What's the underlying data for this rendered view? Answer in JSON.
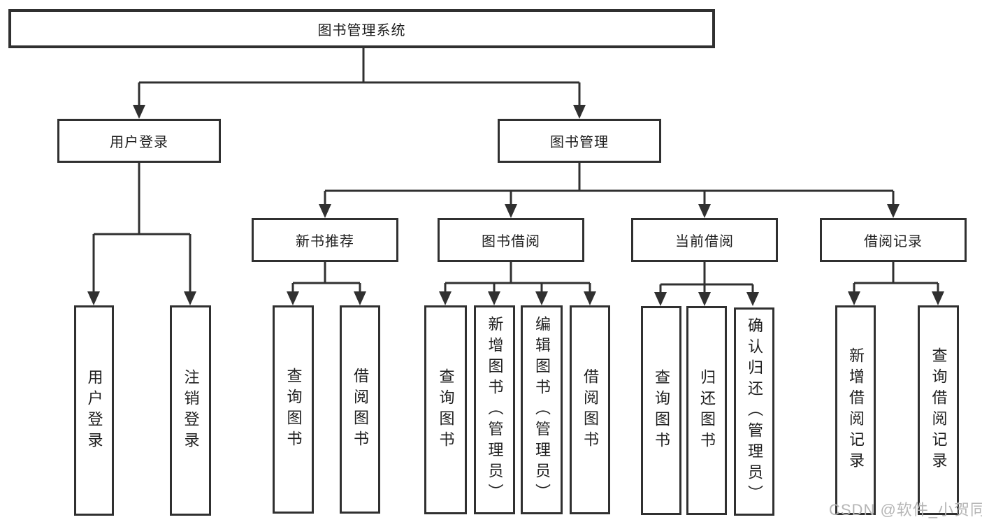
{
  "diagram_title": "图书管理系统",
  "tree": {
    "root": "图书管理系统",
    "level2": {
      "user_login": "用户登录",
      "book_management": "图书管理"
    },
    "level3": {
      "new_book_recommend": "新书推荐",
      "book_borrowing": "图书借阅",
      "current_borrowing": "当前借阅",
      "borrowing_records": "借阅记录"
    },
    "leaves": {
      "user_login": "用户登录",
      "logout": "注销登录",
      "nb_query_books": "查询图书",
      "nb_borrow_books": "借阅图书",
      "bb_query_books": "查询图书",
      "bb_add_books_admin": "新增图书（管理员）",
      "bb_edit_books_admin": "编辑图书（管理员）",
      "bb_borrow_books": "借阅图书",
      "cb_query_books": "查询图书",
      "cb_return_books": "归还图书",
      "cb_confirm_return_admin": "确认归还（管理员）",
      "br_add_record": "新增借阅记录",
      "br_query_record": "查询借阅记录"
    }
  },
  "watermark": "CSDN @软件_小贺同学",
  "colors": {
    "line": "#303030",
    "text": "#1f1f1f",
    "watermark": "#b5b5b5",
    "background": "#ffffff"
  }
}
